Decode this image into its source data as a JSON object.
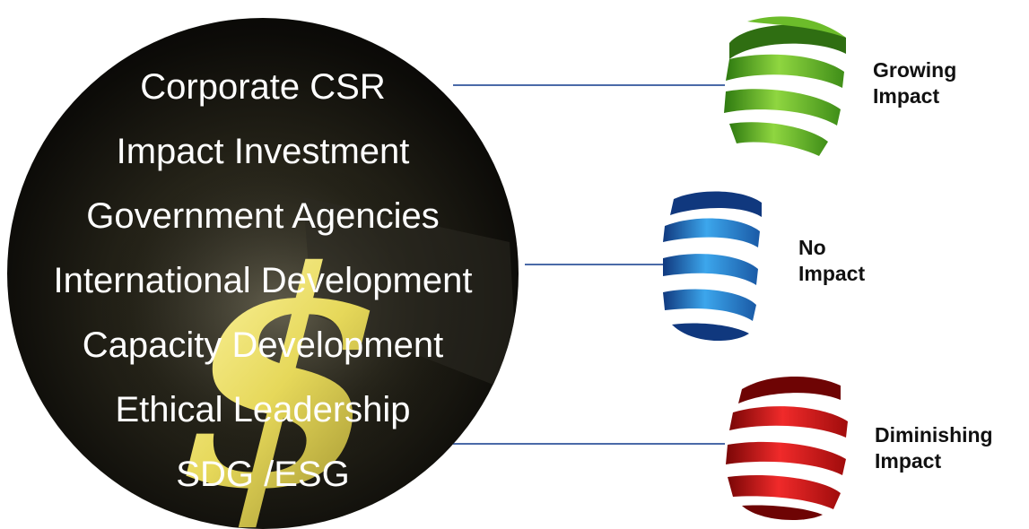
{
  "funding_sources": [
    "Corporate CSR",
    "Impact Investment",
    "Government Agencies",
    "International Development",
    "Capacity Development",
    "Ethical Leadership",
    "SDG /ESG"
  ],
  "dollar_symbol": "$",
  "outcomes": {
    "growing": {
      "line1": "Growing",
      "line2": "Impact",
      "color": "#5aa820"
    },
    "none": {
      "line1": "No",
      "line2": "Impact",
      "color": "#2a8ed8"
    },
    "diminishing": {
      "line1": "Diminishing",
      "line2": "Impact",
      "color": "#d41212"
    }
  },
  "colors": {
    "connector": "#4a6aa8",
    "circle": "#0b0a08",
    "dollar": "#f2e67a"
  }
}
